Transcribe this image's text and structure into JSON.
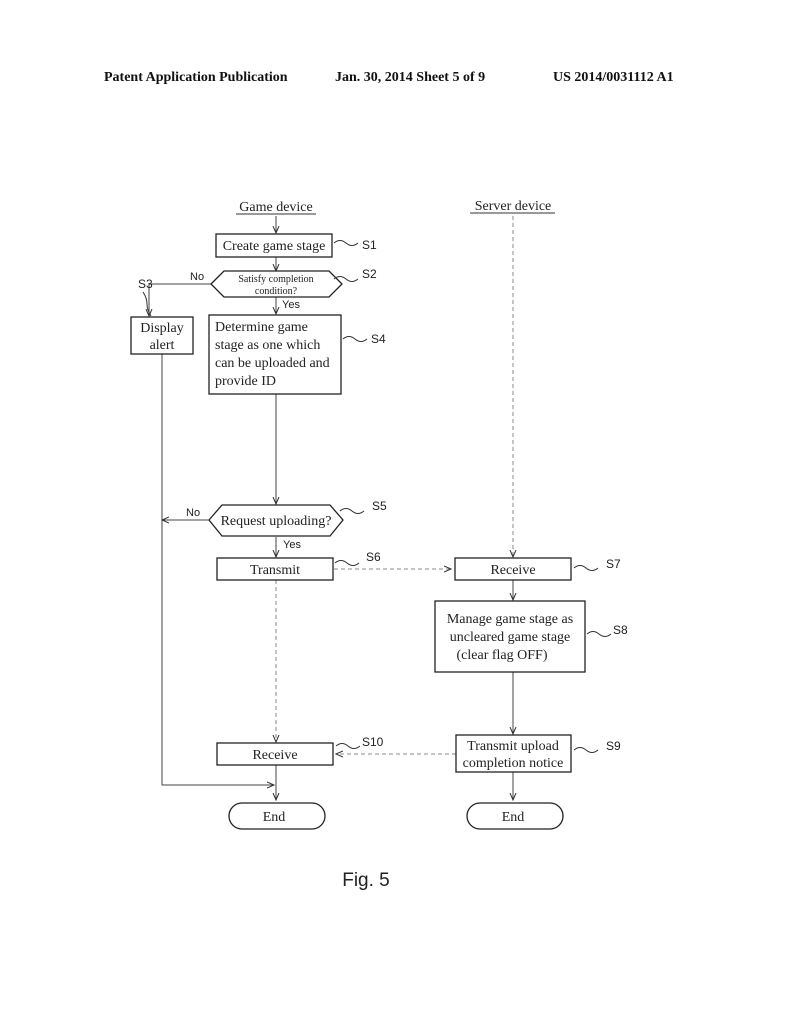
{
  "header": {
    "left": "Patent Application Publication",
    "middle": "Jan. 30, 2014  Sheet 5 of 9",
    "right": "US 2014/0031112 A1"
  },
  "lanes": {
    "game": "Game device",
    "server": "Server device"
  },
  "steps": {
    "s1": {
      "id": "S1",
      "text": "Create game stage"
    },
    "s2": {
      "id": "S2",
      "line1": "Satisfy completion",
      "line2": "condition?"
    },
    "s3": {
      "id": "S3",
      "line1": "Display",
      "line2": "alert"
    },
    "s4": {
      "id": "S4",
      "line1": "Determine game",
      "line2": "stage as one which",
      "line3": "can be uploaded and",
      "line4": "provide ID"
    },
    "s5": {
      "id": "S5",
      "text": "Request uploading?"
    },
    "s6": {
      "id": "S6",
      "text": "Transmit"
    },
    "s7": {
      "id": "S7",
      "text": "Receive"
    },
    "s8": {
      "id": "S8",
      "line1": "Manage game stage as",
      "line2": "uncleared game stage",
      "line3": "(clear flag OFF)"
    },
    "s9": {
      "id": "S9",
      "line1": "Transmit upload",
      "line2": "completion notice"
    },
    "s10": {
      "id": "S10",
      "text": "Receive"
    }
  },
  "branches": {
    "s2_no": "No",
    "s2_yes": "Yes",
    "s5_no": "No",
    "s5_yes": "Yes"
  },
  "terminals": {
    "game_end": "End",
    "server_end": "End"
  },
  "figure_label": "Fig. 5"
}
